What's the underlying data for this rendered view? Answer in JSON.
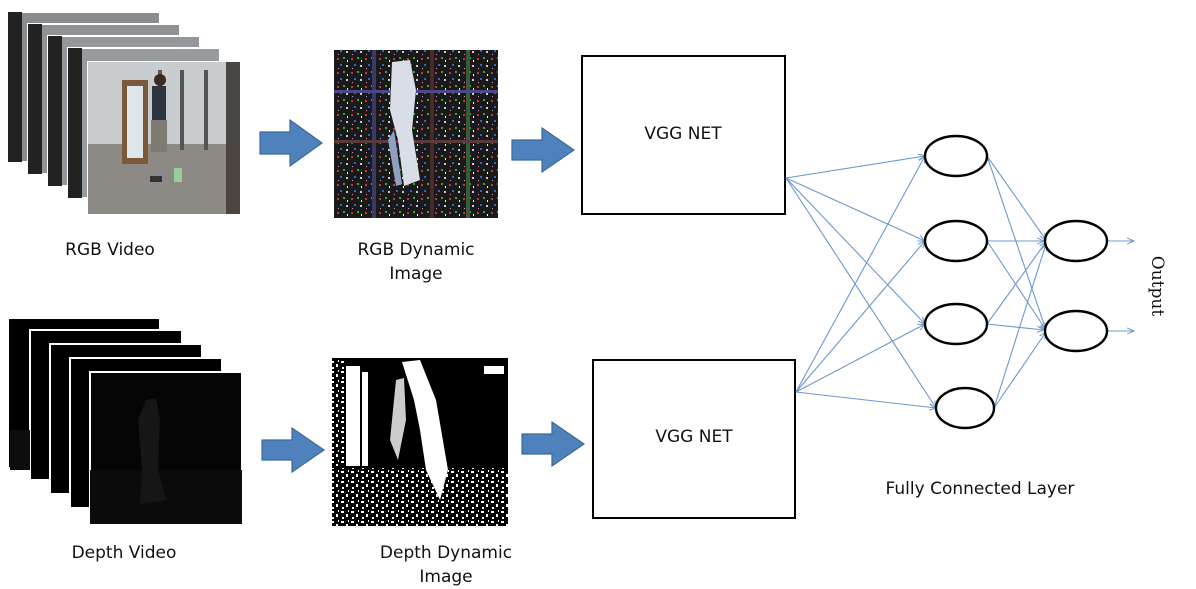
{
  "labels": {
    "rgb_video": "RGB Video",
    "rgb_dynamic_line1": "RGB Dynamic",
    "rgb_dynamic_line2": "Image",
    "depth_video": "Depth Video",
    "depth_dynamic_line1": "Depth Dynamic",
    "depth_dynamic_line2": "Image",
    "vgg_top": "VGG NET",
    "vgg_bottom": "VGG NET",
    "fully_connected": "Fully Connected  Layer",
    "output": "Output"
  },
  "colors": {
    "arrow_fill": "#4f81bd",
    "arrow_stroke": "#3a6a9e",
    "connection": "#6a98cc",
    "box_stroke": "#000000"
  }
}
